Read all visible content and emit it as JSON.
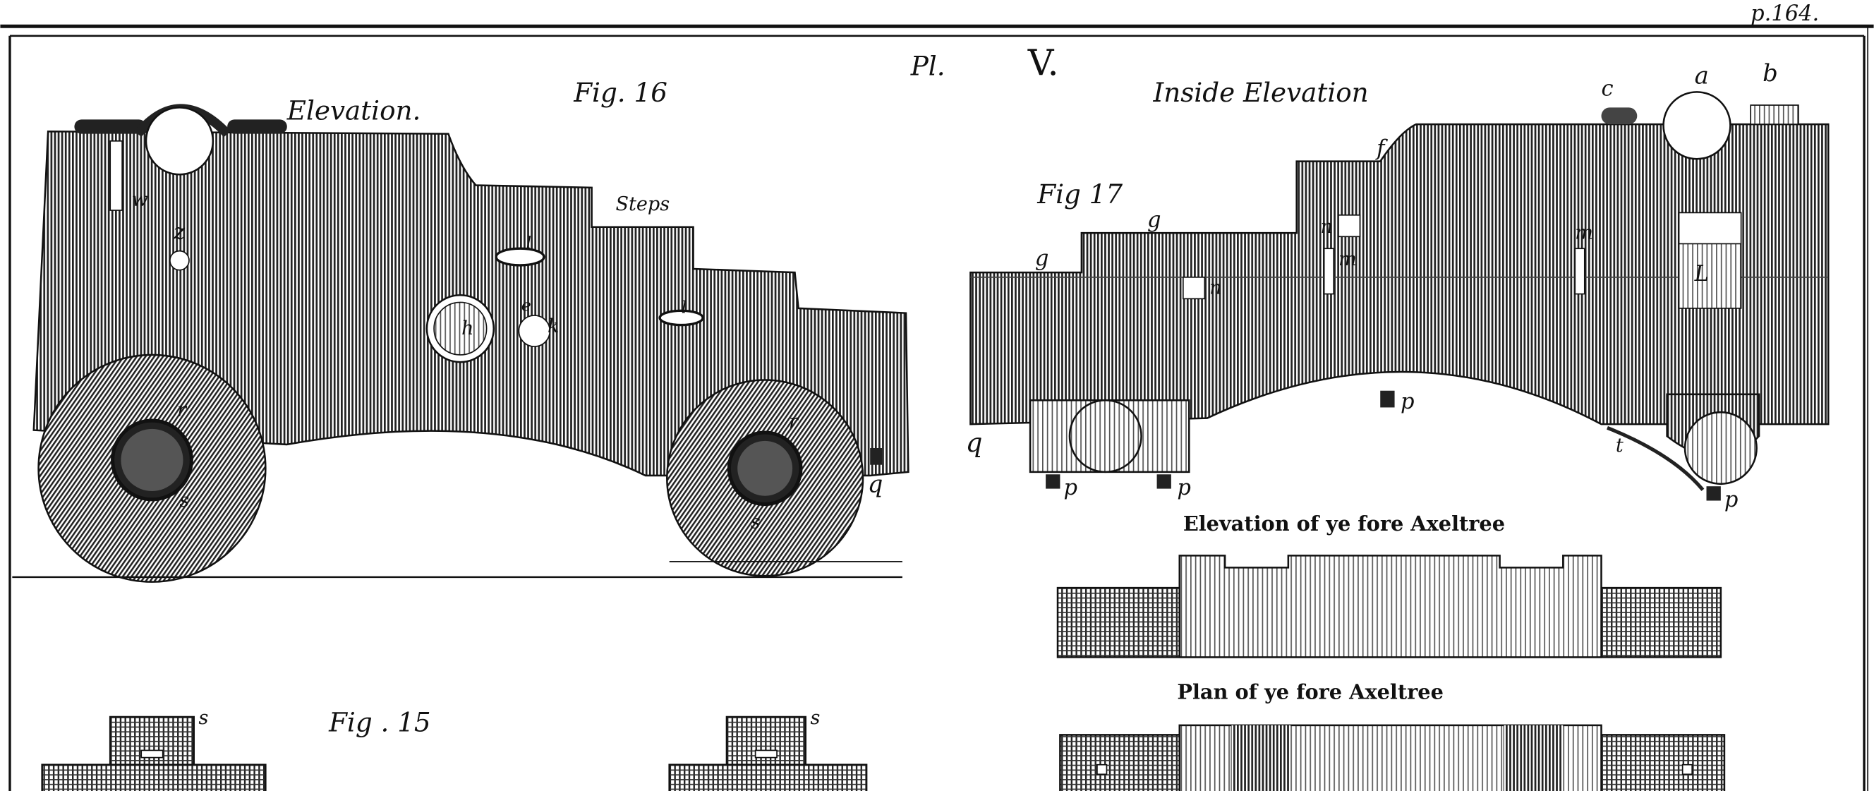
{
  "page_ref": "p.164.",
  "plate": {
    "pl": "Pl.",
    "number": "V."
  },
  "fig16": {
    "title": "Elevation.",
    "fig": "Fig. 16",
    "steps": "Steps",
    "letters": {
      "w": "w",
      "z": "z",
      "l1": "l",
      "h": "h",
      "e": "e",
      "k": "k",
      "l2": "l",
      "r1": "r",
      "s1": "s",
      "r2": "r",
      "s2": "s",
      "q": "q"
    }
  },
  "fig17": {
    "title": "Inside Elevation",
    "fig": "Fig 17",
    "letters": {
      "c": "c",
      "a": "a",
      "b": "b",
      "f": "f",
      "g1": "g",
      "g2": "g",
      "n1": "n",
      "m1": "m",
      "n2": "n",
      "m2": "m",
      "L": "L",
      "q": "q",
      "p1": "p",
      "p2": "p",
      "p3": "p",
      "p4": "p",
      "t": "t"
    }
  },
  "axeltree": {
    "elevation_title": "Elevation of ye fore Axeltree",
    "plan_title": "Plan of ye fore Axeltree"
  },
  "fig15": {
    "fig": "Fig . 15",
    "s1": "s",
    "s2": "s"
  },
  "colors": {
    "ink": "#111111",
    "paper": "#ffffff"
  }
}
